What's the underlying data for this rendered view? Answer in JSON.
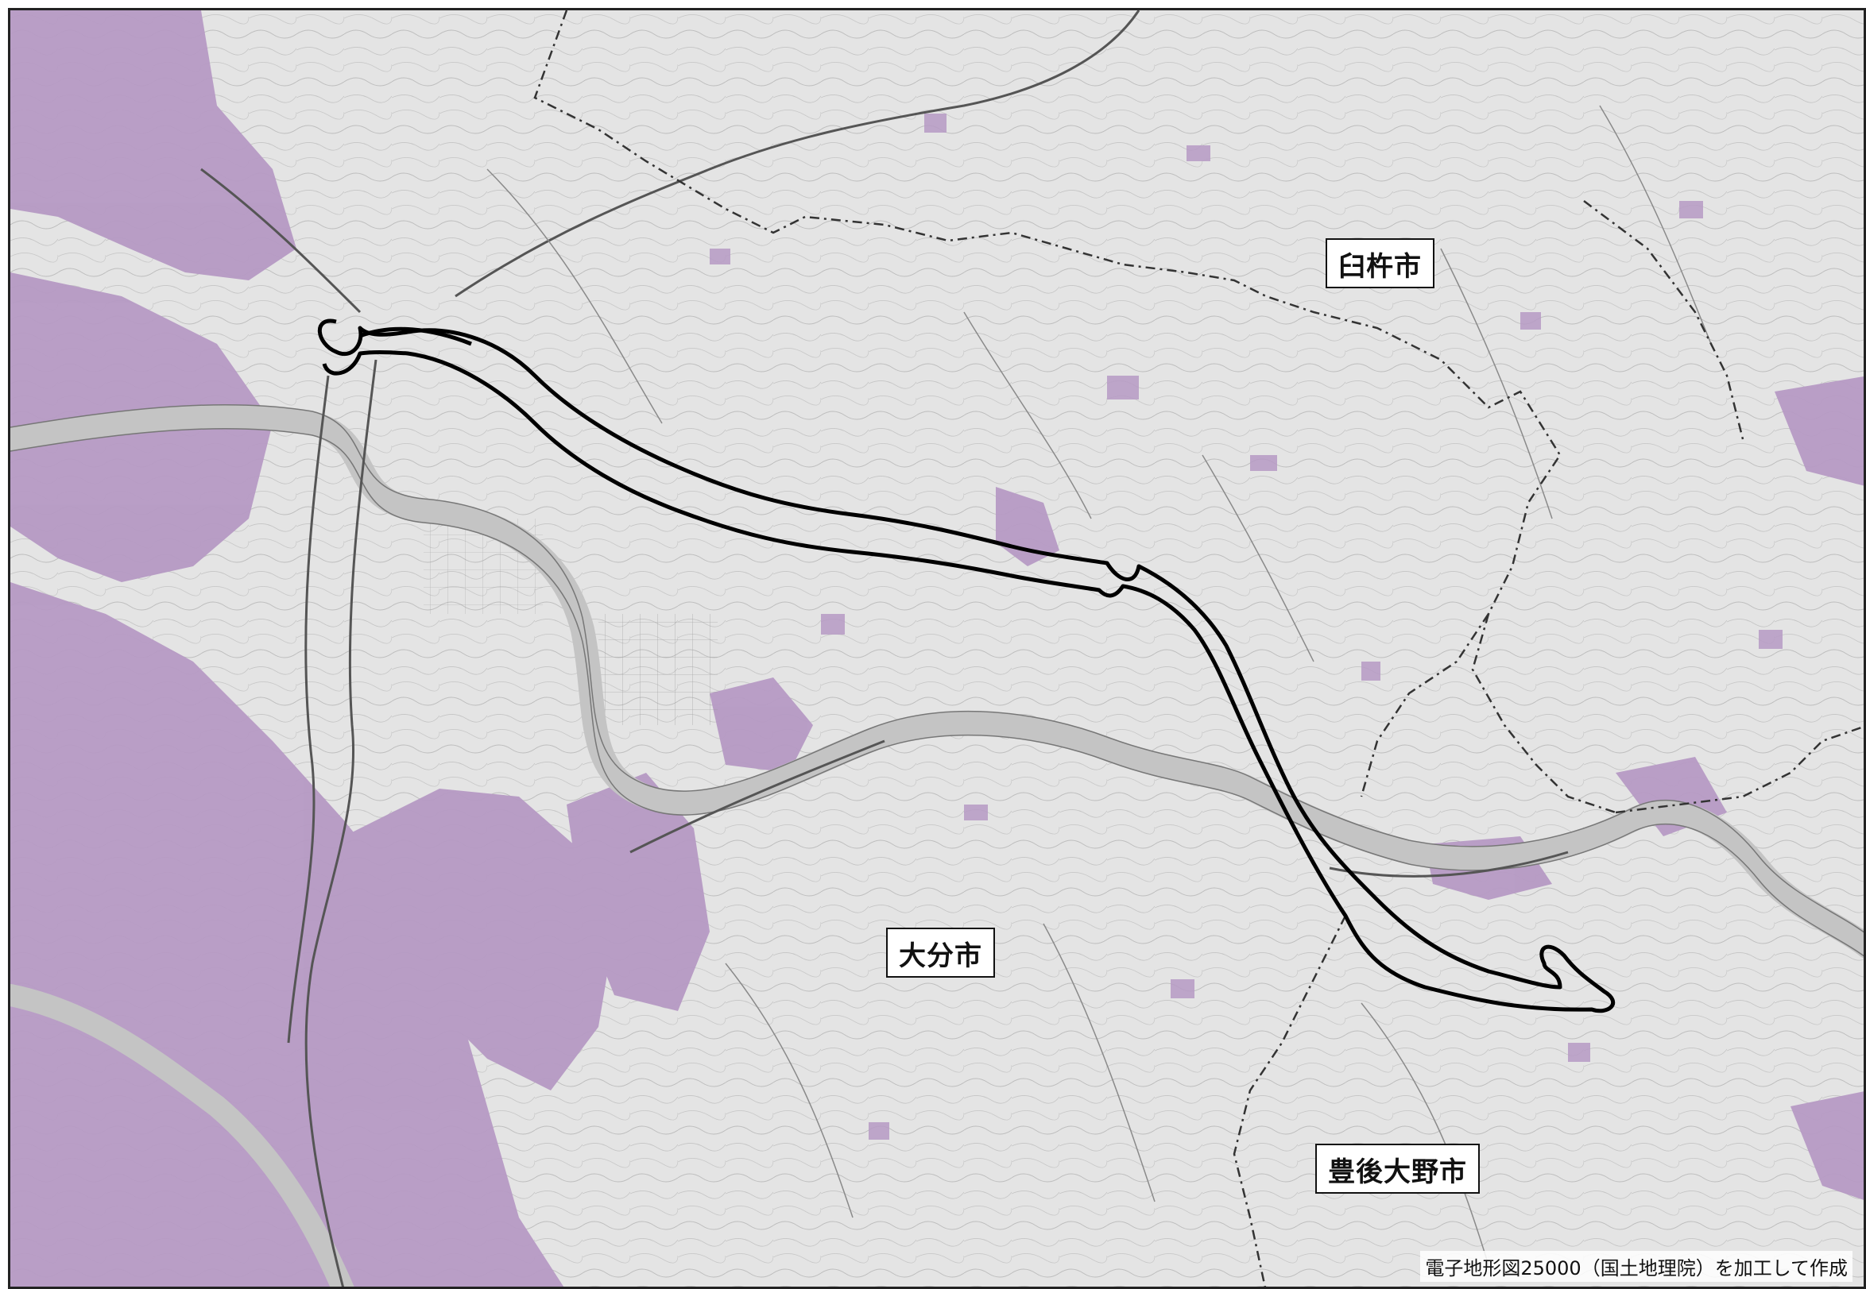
{
  "map": {
    "labels": {
      "usuki": "臼杵市",
      "oita": "大分市",
      "bungo_ono": "豊後大野市"
    },
    "credit": "電子地形図25000（国土地理院）を加工して作成",
    "colors": {
      "background": "#e6e6e6",
      "urban_area": "#b69ac4",
      "urban_area_dense": "#a283b3",
      "river": "#c8c8c8",
      "boundary_line": "#333333",
      "route_outline": "#000000"
    }
  }
}
